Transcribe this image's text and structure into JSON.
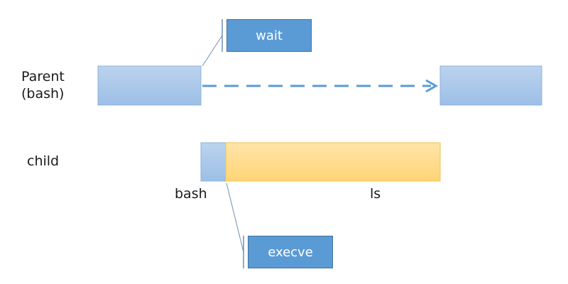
{
  "parent": {
    "label_line1": "Parent",
    "label_line2": "(bash)"
  },
  "child": {
    "label": "child"
  },
  "segments": {
    "bash": "bash",
    "ls": "ls"
  },
  "callouts": {
    "wait": "wait",
    "execve": "execve"
  },
  "colors": {
    "blue_fill_top": "#bcd3ee",
    "blue_fill_bottom": "#9cbfe6",
    "blue_border": "#8fb3dc",
    "orange_fill_top": "#ffe4a8",
    "orange_fill_bottom": "#ffd477",
    "orange_border": "#f2c150",
    "arrow": "#5b9bd5",
    "callout_fill": "#5b9bd5",
    "callout_text": "#ffffff",
    "leader_line": "#6f8fb5"
  }
}
